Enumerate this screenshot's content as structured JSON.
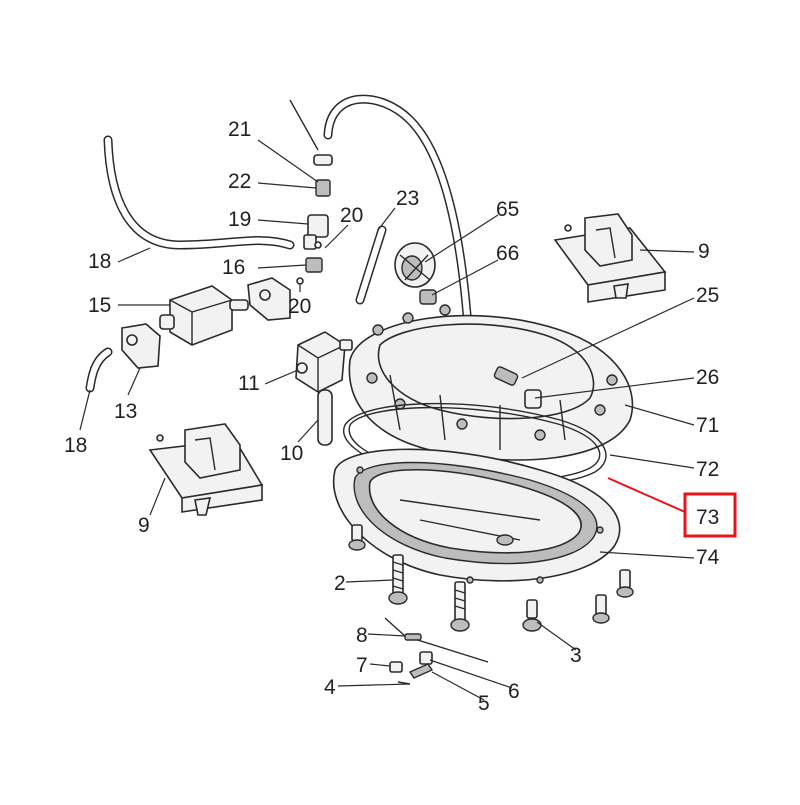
{
  "diagram": {
    "callouts": [
      {
        "id": "c21",
        "label": "21"
      },
      {
        "id": "c22",
        "label": "22"
      },
      {
        "id": "c19",
        "label": "19"
      },
      {
        "id": "c20a",
        "label": "20"
      },
      {
        "id": "c16",
        "label": "16"
      },
      {
        "id": "c20b",
        "label": "20"
      },
      {
        "id": "c18a",
        "label": "18"
      },
      {
        "id": "c15",
        "label": "15"
      },
      {
        "id": "c13",
        "label": "13"
      },
      {
        "id": "c18b",
        "label": "18"
      },
      {
        "id": "c11",
        "label": "11"
      },
      {
        "id": "c10",
        "label": "10"
      },
      {
        "id": "c9a",
        "label": "9"
      },
      {
        "id": "c23",
        "label": "23"
      },
      {
        "id": "c65",
        "label": "65"
      },
      {
        "id": "c66",
        "label": "66"
      },
      {
        "id": "c9b",
        "label": "9"
      },
      {
        "id": "c25",
        "label": "25"
      },
      {
        "id": "c26",
        "label": "26"
      },
      {
        "id": "c71",
        "label": "71"
      },
      {
        "id": "c72",
        "label": "72"
      },
      {
        "id": "c73",
        "label": "73"
      },
      {
        "id": "c74",
        "label": "74"
      },
      {
        "id": "c2",
        "label": "2"
      },
      {
        "id": "c3",
        "label": "3"
      },
      {
        "id": "c8",
        "label": "8"
      },
      {
        "id": "c7",
        "label": "7"
      },
      {
        "id": "c4",
        "label": "4"
      },
      {
        "id": "c6",
        "label": "6"
      },
      {
        "id": "c5",
        "label": "5"
      }
    ],
    "highlight": {
      "label": "73",
      "color": "#e8141b"
    }
  }
}
